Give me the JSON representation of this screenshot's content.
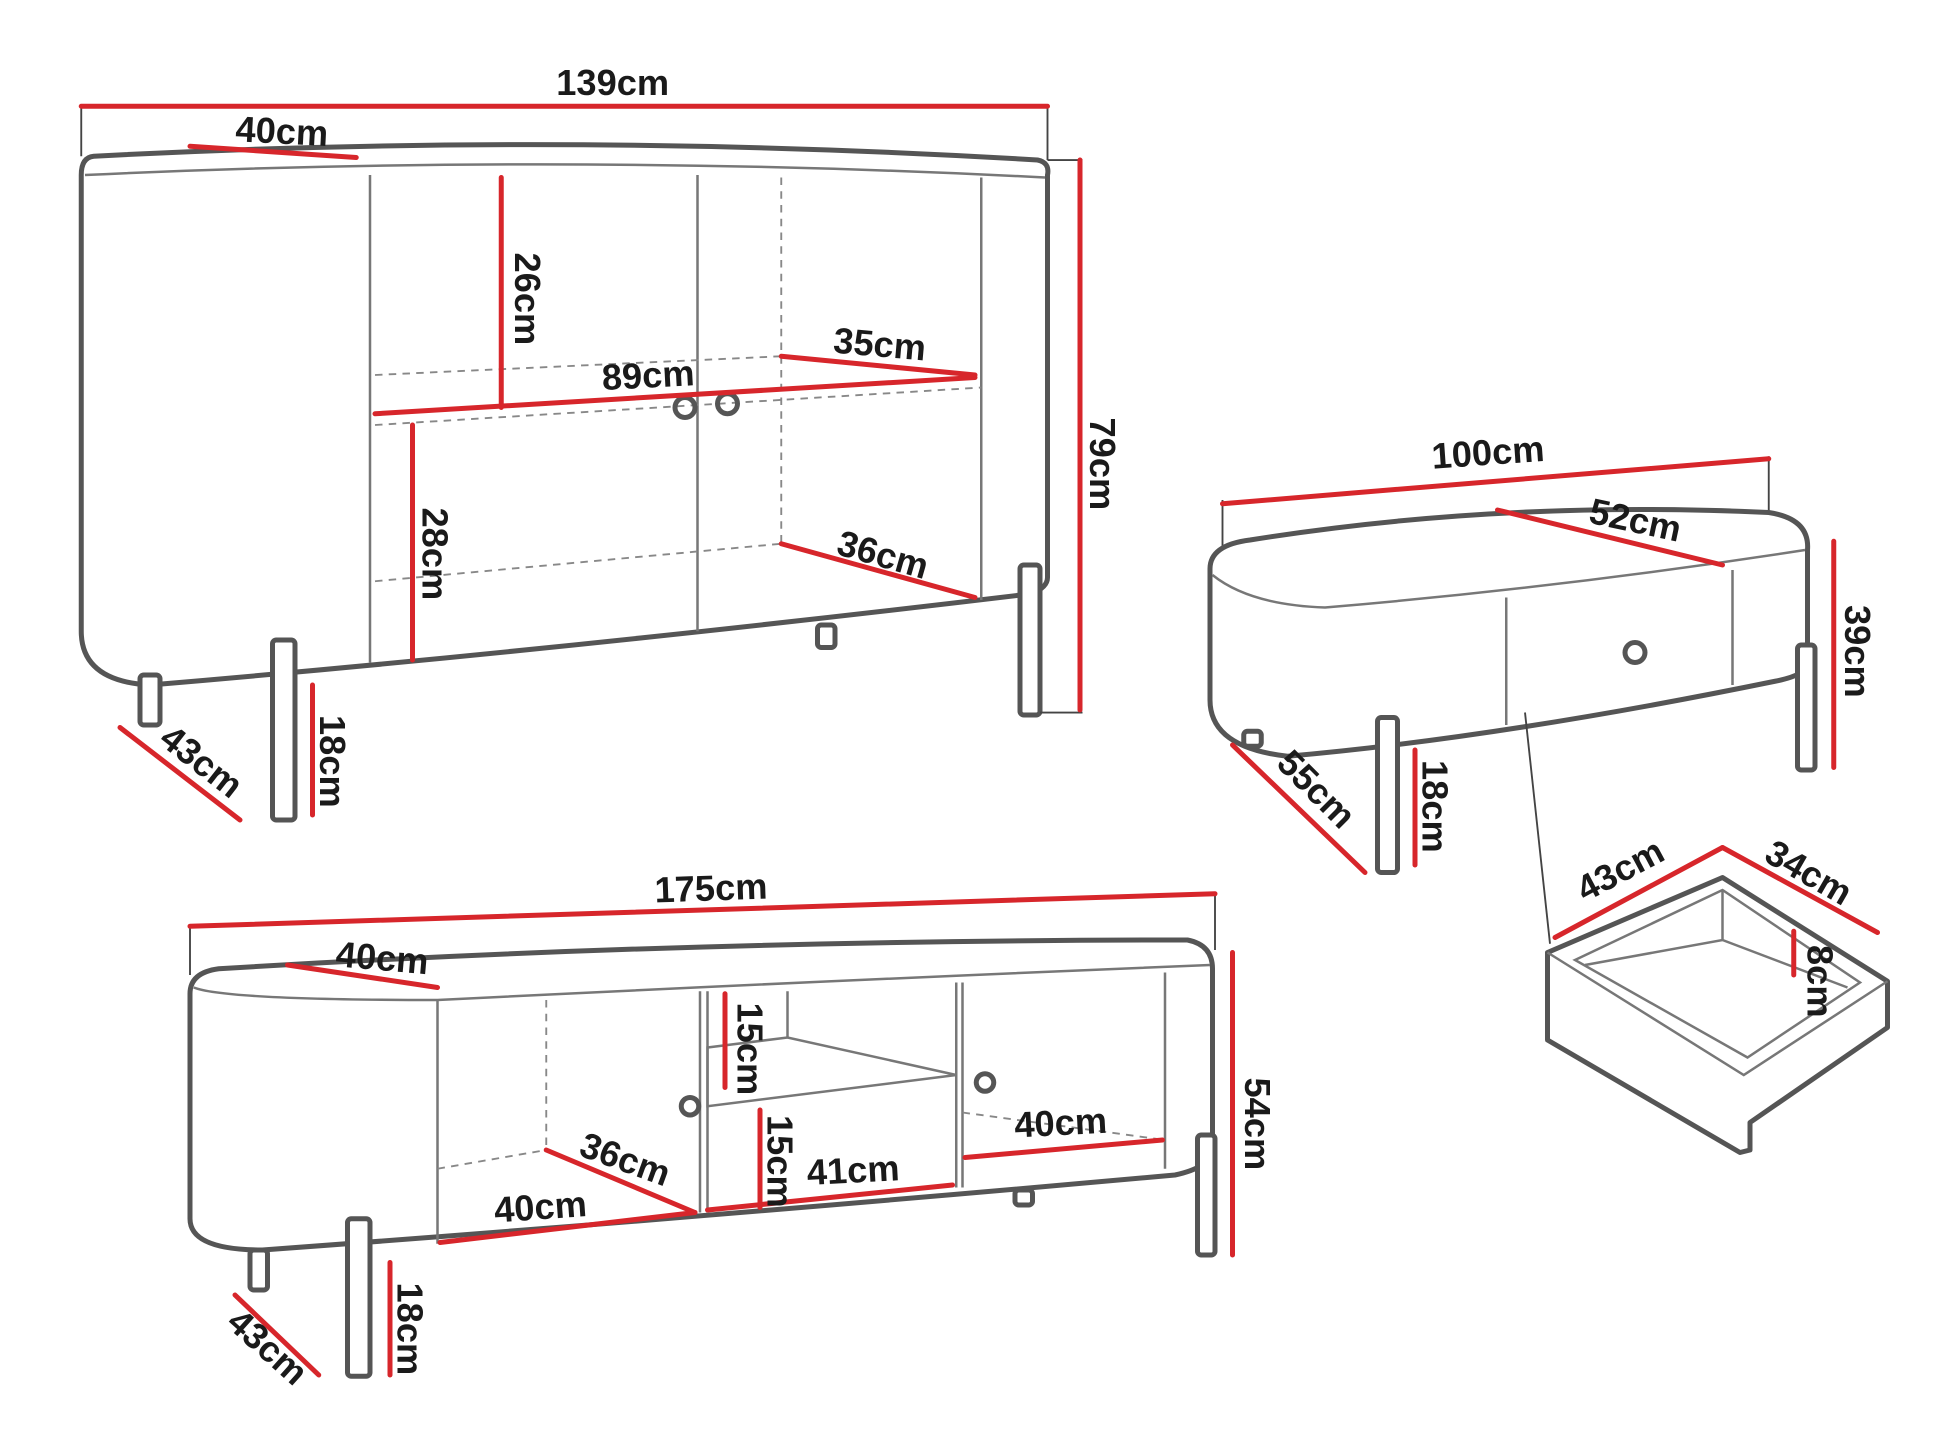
{
  "colors": {
    "dimension_line": "#d7262b",
    "outline": "#555555",
    "background": "#ffffff"
  },
  "sideboard": {
    "width": "139cm",
    "top_depth": "40cm",
    "upper_shelf_height": "26cm",
    "inner_width": "89cm",
    "upper_shelf_depth": "35cm",
    "height": "79cm",
    "lower_shelf_height": "28cm",
    "lower_shelf_depth": "36cm",
    "base_depth": "43cm",
    "leg_height": "18cm"
  },
  "coffee_table": {
    "width": "100cm",
    "top_depth": "52cm",
    "height": "39cm",
    "base_depth": "55cm",
    "leg_height": "18cm"
  },
  "drawer": {
    "width": "43cm",
    "depth": "34cm",
    "height": "8cm"
  },
  "tv_stand": {
    "width": "175cm",
    "top_depth": "40cm",
    "upper_compartment_height": "15cm",
    "lower_compartment_height": "15cm",
    "right_shelf_width": "40cm",
    "left_shelf_depth": "36cm",
    "middle_width": "41cm",
    "left_shelf_width": "40cm",
    "height": "54cm",
    "base_depth": "43cm",
    "leg_height": "18cm"
  }
}
